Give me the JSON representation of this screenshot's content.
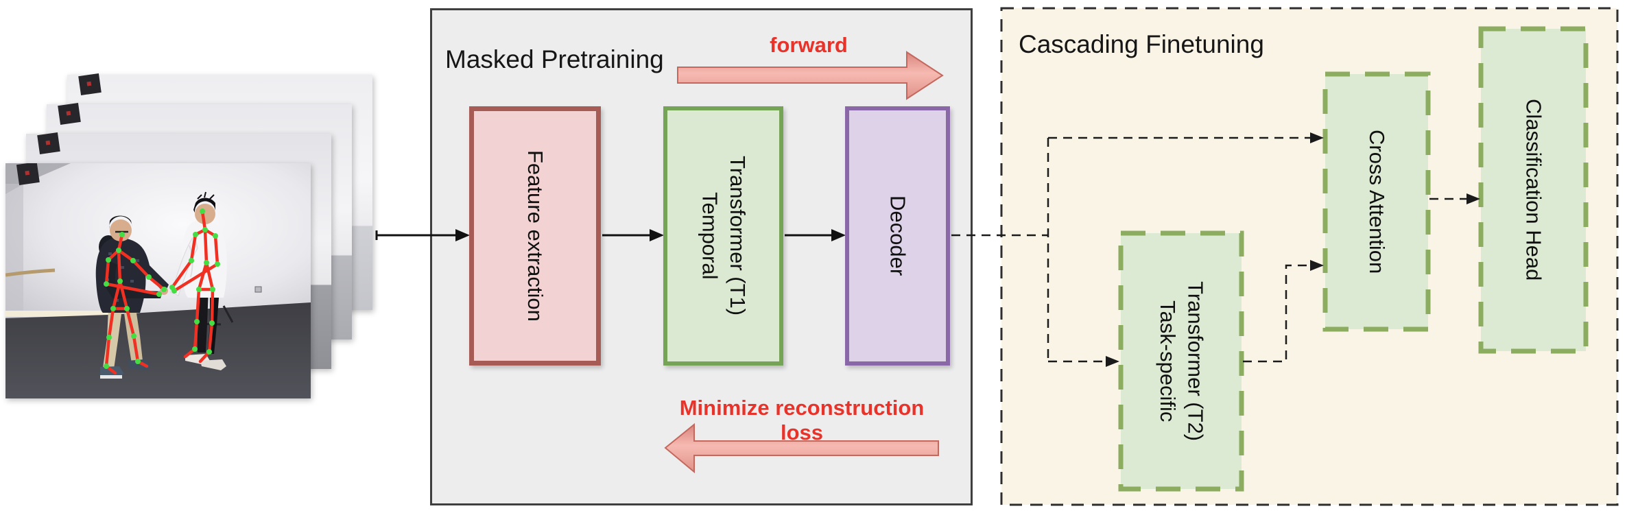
{
  "figure": {
    "input_stack": {
      "name": "input-video-frames",
      "frame_count": 4,
      "description": "Stacked video frames of two people shaking hands with red pose-skeleton overlays and green joint markers"
    },
    "masked_pretraining": {
      "title": "Masked Pretraining",
      "forward_label": "forward",
      "loss_label": "Minimize reconstruction loss",
      "boxes": {
        "feature_extraction": "Feature extraction",
        "temporal_transformer": "Temporal\nTransformer (T1)",
        "decoder": "Decoder"
      }
    },
    "cascading_finetuning": {
      "title": "Cascading Finetuning",
      "boxes": {
        "task_transformer": "Task-specific\nTransformer (T2)",
        "cross_attention": "Cross Attention",
        "classification_head": "Classification Head"
      }
    },
    "colors": {
      "pretraining_panel_bg": "#ededee",
      "pretraining_panel_border": "#3f3f3f",
      "finetuning_panel_bg": "#f9f4e6",
      "feature_box_fill": "#f2d2d2",
      "feature_box_border": "#a65b55",
      "temporal_box_fill": "#dbe8d2",
      "temporal_box_border": "#76a457",
      "decoder_box_fill": "#ddd2e8",
      "decoder_box_border": "#8a68a8",
      "finetune_box_fill": "#dcead4",
      "finetune_box_border": "#8cad60",
      "red_label_color": "#e8332a",
      "big_arrow_fill": "#ef9a92",
      "skeleton_color": "#f03022",
      "joint_color": "#44dd44"
    }
  }
}
